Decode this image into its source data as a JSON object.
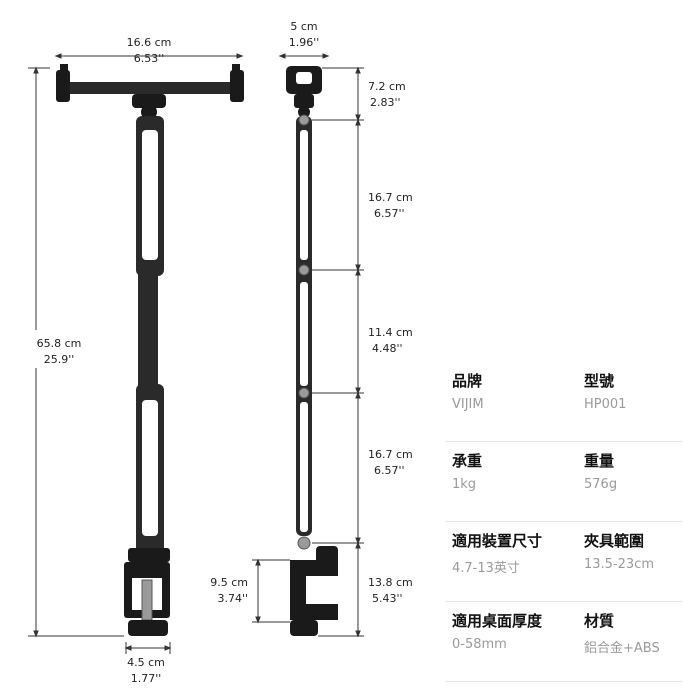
{
  "dimensions": {
    "width_top": {
      "cm": "16.6 cm",
      "in": "6.53''"
    },
    "height_total": {
      "cm": "65.8 cm",
      "in": "25.9''"
    },
    "clamp_width": {
      "cm": "4.5 cm",
      "in": "1.77''"
    },
    "holder_width": {
      "cm": "5 cm",
      "in": "1.96''"
    },
    "seg_head": {
      "cm": "7.2 cm",
      "in": "2.83''"
    },
    "seg_1": {
      "cm": "16.7 cm",
      "in": "6.57''"
    },
    "seg_2": {
      "cm": "11.4 cm",
      "in": "4.48''"
    },
    "seg_3": {
      "cm": "16.7 cm",
      "in": "6.57''"
    },
    "clamp_height": {
      "cm": "9.5 cm",
      "in": "3.74''"
    },
    "seg_clamp": {
      "cm": "13.8 cm",
      "in": "5.43''"
    }
  },
  "specs": [
    {
      "left": {
        "label": "品牌",
        "value": "VIJIM"
      },
      "right": {
        "label": "型號",
        "value": "HP001"
      }
    },
    {
      "left": {
        "label": "承重",
        "value": "1kg"
      },
      "right": {
        "label": "重量",
        "value": "576g"
      }
    },
    {
      "left": {
        "label": "適用裝置尺寸",
        "value": "4.7-13英寸"
      },
      "right": {
        "label": "夾具範圍",
        "value": "13.5-23cm"
      }
    },
    {
      "left": {
        "label": "適用桌面厚度",
        "value": "0-58mm"
      },
      "right": {
        "label": "材質",
        "value": "鋁合金+ABS"
      }
    }
  ]
}
